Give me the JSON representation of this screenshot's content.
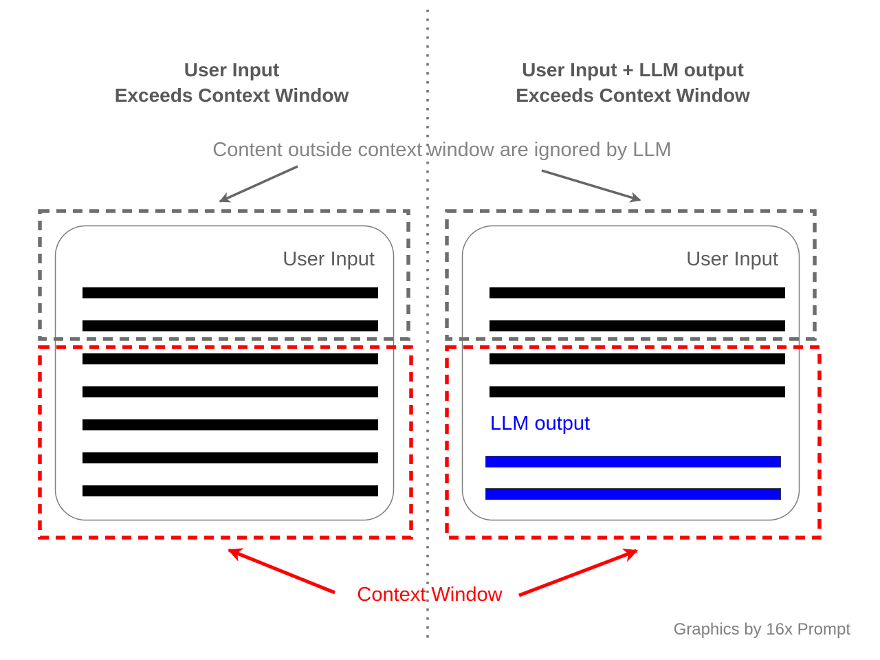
{
  "colors": {
    "title": "#595959",
    "label": "#5c5c5c",
    "annotation": "#848484",
    "dash-gray": "#6e6e6e",
    "box-border": "#7d7d7d",
    "bar-black": "#000000",
    "blue": "#0000ff",
    "red": "#ff0000",
    "divider": "#737373",
    "arrow-gray": "#666666",
    "credit": "#808080"
  },
  "left_panel": {
    "title_line1": "User Input",
    "title_line2": "Exceeds Context Window",
    "box_label": "User Input",
    "black_bar_tops": [
      418,
      466,
      514,
      562,
      610,
      658,
      706
    ]
  },
  "right_panel": {
    "title_line1": "User Input + LLM output",
    "title_line2": "Exceeds Context Window",
    "box_label": "User Input",
    "llm_output_label": "LLM output",
    "black_bar_tops": [
      418,
      466,
      514,
      562
    ],
    "blue_bar_tops": [
      663,
      710
    ]
  },
  "annotations": {
    "outside_context": "Content outside context window are ignored by LLM",
    "context_window": "Context Window",
    "credit": "Graphics by 16x Prompt"
  }
}
